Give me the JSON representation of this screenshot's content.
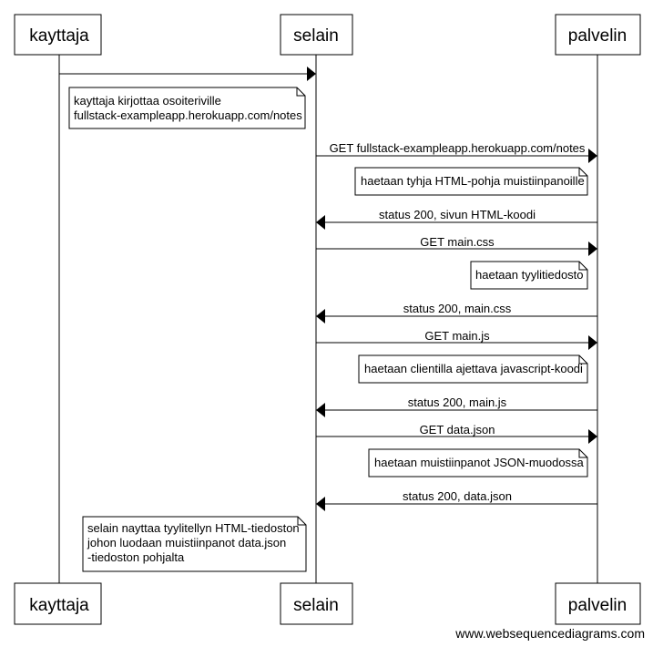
{
  "actors": [
    {
      "id": "kayttaja",
      "label": "kayttaja"
    },
    {
      "id": "selain",
      "label": "selain"
    },
    {
      "id": "palvelin",
      "label": "palvelin"
    }
  ],
  "events": [
    {
      "kind": "message",
      "from": "kayttaja",
      "to": "selain",
      "label": ""
    },
    {
      "kind": "note",
      "over": "kayttaja-selain",
      "lines": [
        "kayttaja kirjottaa osoiteriville",
        "fullstack-exampleapp.herokuapp.com/notes"
      ]
    },
    {
      "kind": "message",
      "from": "selain",
      "to": "palvelin",
      "label": "GET fullstack-exampleapp.herokuapp.com/notes"
    },
    {
      "kind": "note",
      "over": "palvelin-left",
      "lines": [
        "haetaan tyhja HTML-pohja muistiinpanoille"
      ]
    },
    {
      "kind": "message",
      "from": "palvelin",
      "to": "selain",
      "label": "status 200, sivun HTML-koodi"
    },
    {
      "kind": "message",
      "from": "selain",
      "to": "palvelin",
      "label": "GET main.css"
    },
    {
      "kind": "note",
      "over": "palvelin-left",
      "lines": [
        "haetaan tyylitiedosto"
      ]
    },
    {
      "kind": "message",
      "from": "palvelin",
      "to": "selain",
      "label": "status 200, main.css"
    },
    {
      "kind": "message",
      "from": "selain",
      "to": "palvelin",
      "label": "GET main.js"
    },
    {
      "kind": "note",
      "over": "palvelin-left",
      "lines": [
        "haetaan clientilla ajettava javascript-koodi"
      ]
    },
    {
      "kind": "message",
      "from": "palvelin",
      "to": "selain",
      "label": "status 200, main.js"
    },
    {
      "kind": "message",
      "from": "selain",
      "to": "palvelin",
      "label": "GET data.json"
    },
    {
      "kind": "note",
      "over": "palvelin-left",
      "lines": [
        "haetaan muistiinpanot JSON-muodossa"
      ]
    },
    {
      "kind": "message",
      "from": "palvelin",
      "to": "selain",
      "label": "status 200, data.json"
    },
    {
      "kind": "note",
      "over": "kayttaja-selain",
      "lines": [
        "selain nayttaa tyylitellyn HTML-tiedoston",
        "johon luodaan muistiinpanot data.json",
        "-tiedoston pohjalta"
      ]
    }
  ],
  "footer": "www.websequencediagrams.com"
}
